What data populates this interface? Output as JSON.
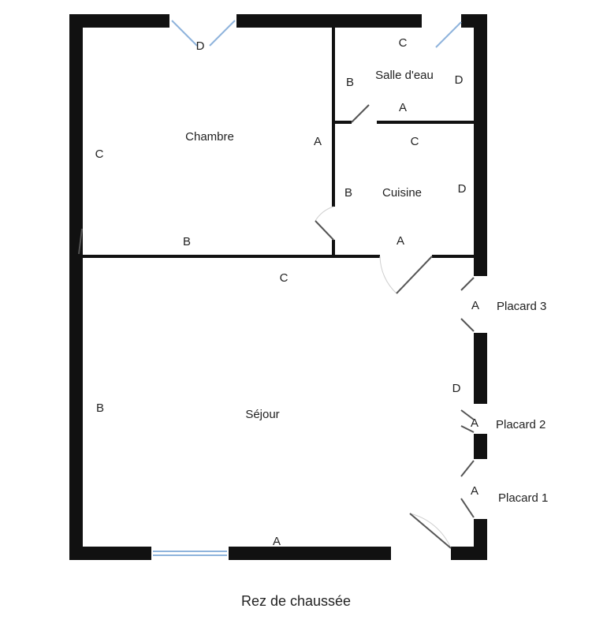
{
  "caption": "Rez de chaussée",
  "rooms": {
    "chambre": "Chambre",
    "salle_eau": "Salle d'eau",
    "cuisine": "Cuisine",
    "sejour": "Séjour"
  },
  "placards": {
    "p1": "Placard 1",
    "p2": "Placard 2",
    "p3": "Placard 3"
  },
  "wall_letters": {
    "a": "A",
    "b": "B",
    "c": "C",
    "d": "D"
  },
  "colors": {
    "wall": "#111111",
    "opening": "#ffffff",
    "window_line": "#8fb4dc",
    "door_leaf": "#555555",
    "door_arc": "#cfcfcf"
  }
}
